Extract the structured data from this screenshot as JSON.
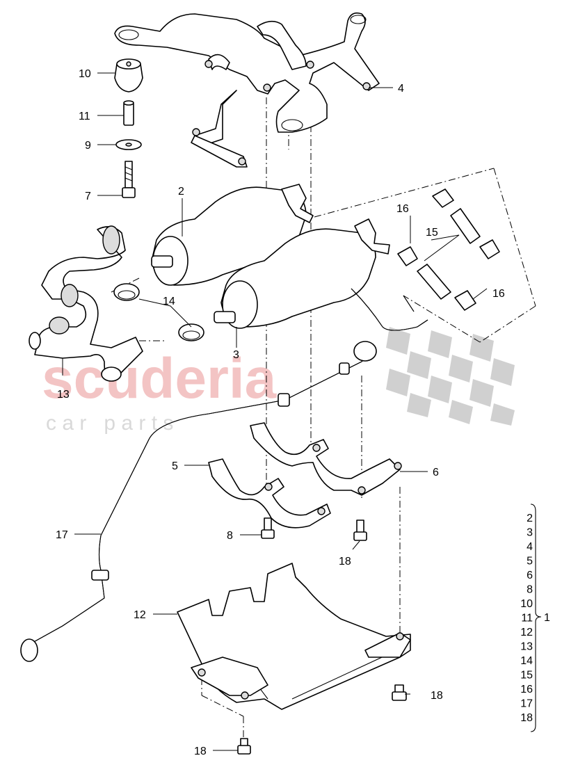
{
  "watermark": {
    "brand": "scuderia",
    "sub": "c a r   p a r t s",
    "brand_color": "#f3c4c4",
    "checker_color": "#cfcfcf"
  },
  "callouts": {
    "c2": "2",
    "c3": "3",
    "c4": "4",
    "c5": "5",
    "c6": "6",
    "c7": "7",
    "c8": "8",
    "c9": "9",
    "c10": "10",
    "c11": "11",
    "c12": "12",
    "c13": "13",
    "c14": "14",
    "c15": "15",
    "c16a": "16",
    "c16b": "16",
    "c17": "17",
    "c18a": "18",
    "c18b": "18",
    "c18c": "18"
  },
  "assembly": {
    "label": "1",
    "items": [
      "2",
      "3",
      "4",
      "5",
      "6",
      "8",
      "10",
      "11",
      "12",
      "13",
      "14",
      "15",
      "16",
      "17",
      "18"
    ]
  }
}
